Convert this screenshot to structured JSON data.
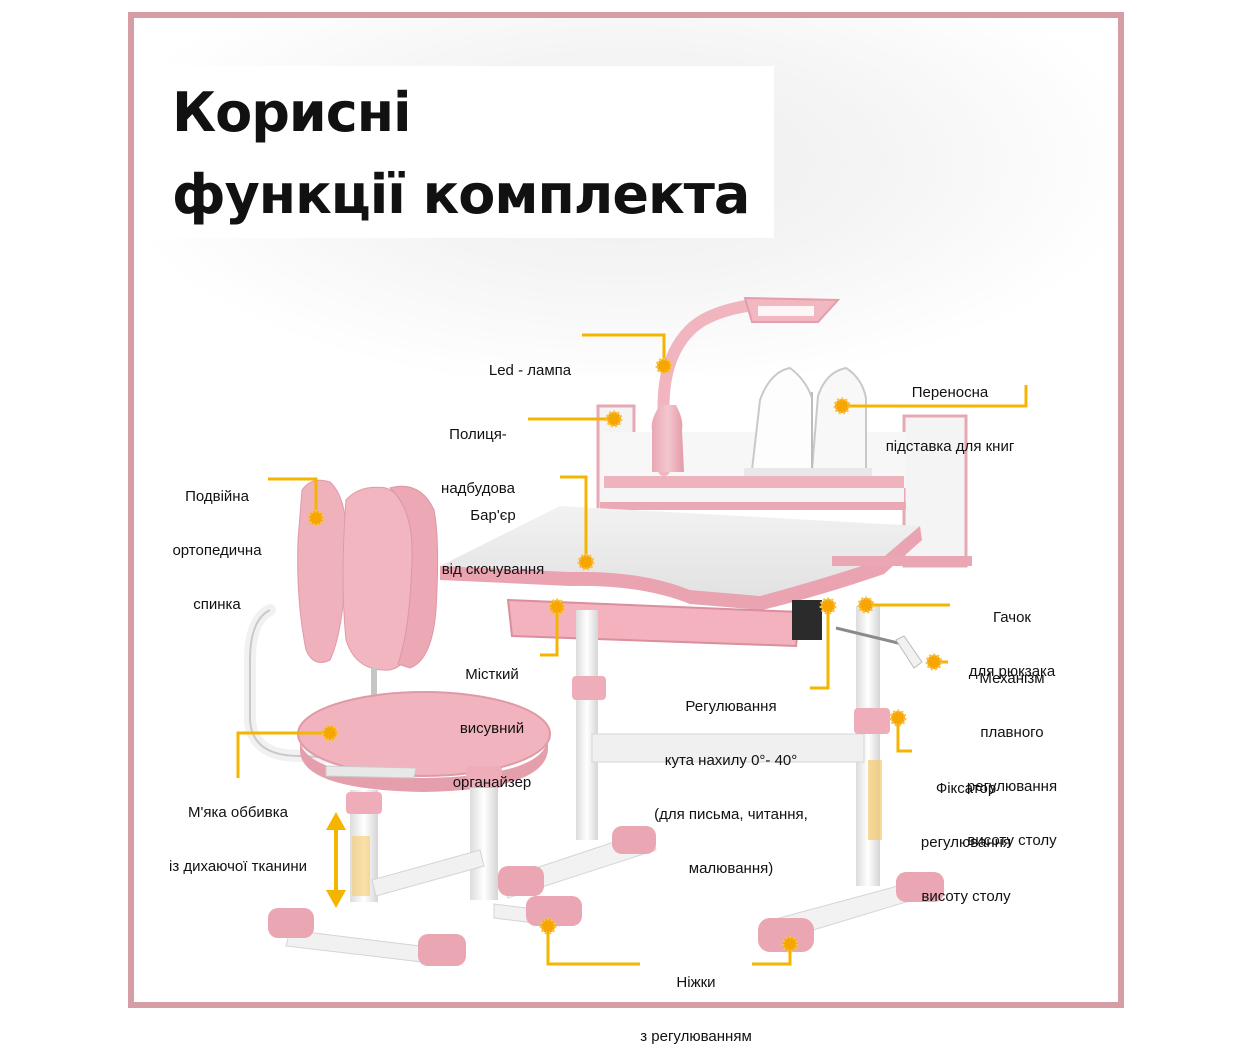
{
  "title": {
    "line1": "Корисні",
    "line2": "функції комплекта"
  },
  "colors": {
    "frame": "#d59ea5",
    "pink": "#eeb5bf",
    "accent": "#f5b400",
    "dot": "#f7a500"
  },
  "callouts": [
    {
      "id": "led-lamp",
      "lines": [
        "Led - лампа"
      ]
    },
    {
      "id": "book-stand",
      "lines": [
        "Переносна",
        "підставка для книг"
      ]
    },
    {
      "id": "shelf",
      "lines": [
        "Полиця-",
        "надбудова"
      ]
    },
    {
      "id": "backrest",
      "lines": [
        "Подвійна",
        "ортопедична",
        "спинка"
      ]
    },
    {
      "id": "barrier",
      "lines": [
        "Бар'єр",
        "від скочування"
      ]
    },
    {
      "id": "hook",
      "lines": [
        "Гачок",
        "для рюкзака"
      ]
    },
    {
      "id": "drawer",
      "lines": [
        "Місткий",
        "висувний",
        "органайзер"
      ]
    },
    {
      "id": "height-mechanism",
      "lines": [
        "Механізм",
        "плавного",
        "регулювання",
        "висоту столу"
      ]
    },
    {
      "id": "tilt",
      "lines": [
        "Регулювання",
        "кута нахилу 0°- 40°",
        "(для письма, читання,",
        "малювання)"
      ]
    },
    {
      "id": "height-lock",
      "lines": [
        "Фіксатор",
        "регулювання",
        "висоту столу"
      ]
    },
    {
      "id": "upholstery",
      "lines": [
        "М'яка оббивка",
        "із дихаючої тканини"
      ]
    },
    {
      "id": "legs",
      "lines": [
        "Ніжки",
        "з регулюванням"
      ]
    }
  ]
}
